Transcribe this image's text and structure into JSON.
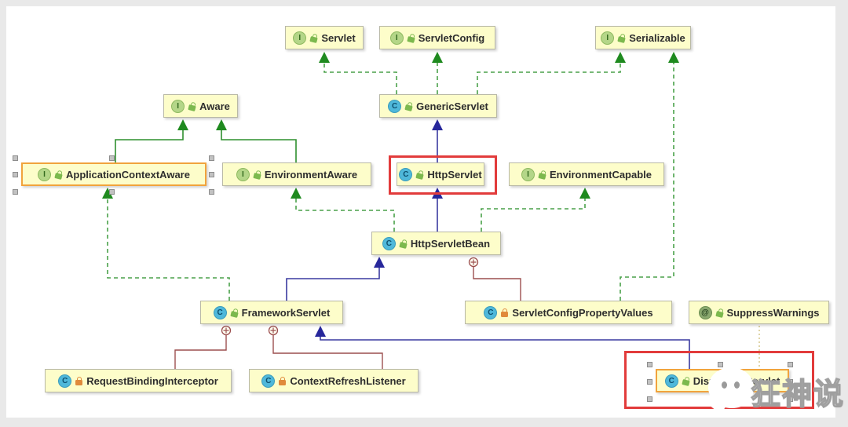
{
  "diagram": {
    "app": "IDE UML class diagram",
    "nodes": {
      "servlet": {
        "label": "Servlet",
        "kind": "interface",
        "icon_letter": "I",
        "visibility": "public"
      },
      "servlet_config": {
        "label": "ServletConfig",
        "kind": "interface",
        "icon_letter": "I",
        "visibility": "public"
      },
      "serializable": {
        "label": "Serializable",
        "kind": "interface",
        "icon_letter": "I",
        "visibility": "public"
      },
      "aware": {
        "label": "Aware",
        "kind": "interface",
        "icon_letter": "I",
        "visibility": "public"
      },
      "generic_servlet": {
        "label": "GenericServlet",
        "kind": "class",
        "icon_letter": "C",
        "visibility": "public"
      },
      "application_context_aware": {
        "label": "ApplicationContextAware",
        "kind": "interface",
        "icon_letter": "I",
        "visibility": "public",
        "selected": true
      },
      "environment_aware": {
        "label": "EnvironmentAware",
        "kind": "interface",
        "icon_letter": "I",
        "visibility": "public"
      },
      "http_servlet": {
        "label": "HttpServlet",
        "kind": "class",
        "icon_letter": "C",
        "visibility": "public",
        "red_highlight": true
      },
      "environment_capable": {
        "label": "EnvironmentCapable",
        "kind": "interface",
        "icon_letter": "I",
        "visibility": "public"
      },
      "http_servlet_bean": {
        "label": "HttpServletBean",
        "kind": "class",
        "icon_letter": "C",
        "visibility": "public"
      },
      "framework_servlet": {
        "label": "FrameworkServlet",
        "kind": "class",
        "icon_letter": "C",
        "visibility": "public"
      },
      "servlet_config_property_values": {
        "label": "ServletConfigPropertyValues",
        "kind": "static-class",
        "icon_letter": "C",
        "visibility": "private"
      },
      "suppress_warnings": {
        "label": "SuppressWarnings",
        "kind": "annotation",
        "icon_letter": "@",
        "visibility": "public"
      },
      "request_binding_interceptor": {
        "label": "RequestBindingInterceptor",
        "kind": "class",
        "icon_letter": "C",
        "visibility": "private"
      },
      "context_refresh_listener": {
        "label": "ContextRefreshListener",
        "kind": "class",
        "icon_letter": "C",
        "visibility": "private"
      },
      "dispatcher_servlet": {
        "label": "DispatcherServlet",
        "kind": "class",
        "icon_letter": "C",
        "visibility": "public",
        "selected": true,
        "red_highlight": true
      }
    },
    "edges": [
      {
        "from": "GenericServlet",
        "to": "Servlet",
        "type": "implements"
      },
      {
        "from": "GenericServlet",
        "to": "ServletConfig",
        "type": "implements"
      },
      {
        "from": "GenericServlet",
        "to": "Serializable",
        "type": "implements"
      },
      {
        "from": "ApplicationContextAware",
        "to": "Aware",
        "type": "extends-interface"
      },
      {
        "from": "EnvironmentAware",
        "to": "Aware",
        "type": "extends-interface"
      },
      {
        "from": "HttpServlet",
        "to": "GenericServlet",
        "type": "extends"
      },
      {
        "from": "HttpServletBean",
        "to": "HttpServlet",
        "type": "extends"
      },
      {
        "from": "HttpServletBean",
        "to": "EnvironmentAware",
        "type": "implements"
      },
      {
        "from": "HttpServletBean",
        "to": "EnvironmentCapable",
        "type": "implements"
      },
      {
        "from": "FrameworkServlet",
        "to": "HttpServletBean",
        "type": "extends"
      },
      {
        "from": "FrameworkServlet",
        "to": "ApplicationContextAware",
        "type": "implements"
      },
      {
        "from": "ServletConfigPropertyValues",
        "to": "HttpServletBean",
        "type": "inner-class"
      },
      {
        "from": "ServletConfigPropertyValues",
        "to": "Serializable",
        "type": "implements"
      },
      {
        "from": "RequestBindingInterceptor",
        "to": "FrameworkServlet",
        "type": "inner-class"
      },
      {
        "from": "ContextRefreshListener",
        "to": "FrameworkServlet",
        "type": "inner-class"
      },
      {
        "from": "DispatcherServlet",
        "to": "FrameworkServlet",
        "type": "extends"
      },
      {
        "from": "DispatcherServlet",
        "to": "SuppressWarnings",
        "type": "annotation"
      }
    ],
    "red_highlights": [
      "HttpServlet",
      "DispatcherServlet"
    ],
    "selected_nodes": [
      "ApplicationContextAware",
      "DispatcherServlet"
    ],
    "colors": {
      "node_fill": "#fdfdca",
      "selection_border": "#f1a33c",
      "highlight_red": "#e23b3b",
      "implements_green": "#4aa14a",
      "interface_extends_green": "#2f8f2f",
      "extends_blue": "#3a3aa0",
      "inner_class_brown": "#9c4f4f",
      "annotation_edge": "#d2c382"
    },
    "watermark": {
      "text": "狂神说",
      "icon": "wechat-bubble-icon"
    }
  }
}
